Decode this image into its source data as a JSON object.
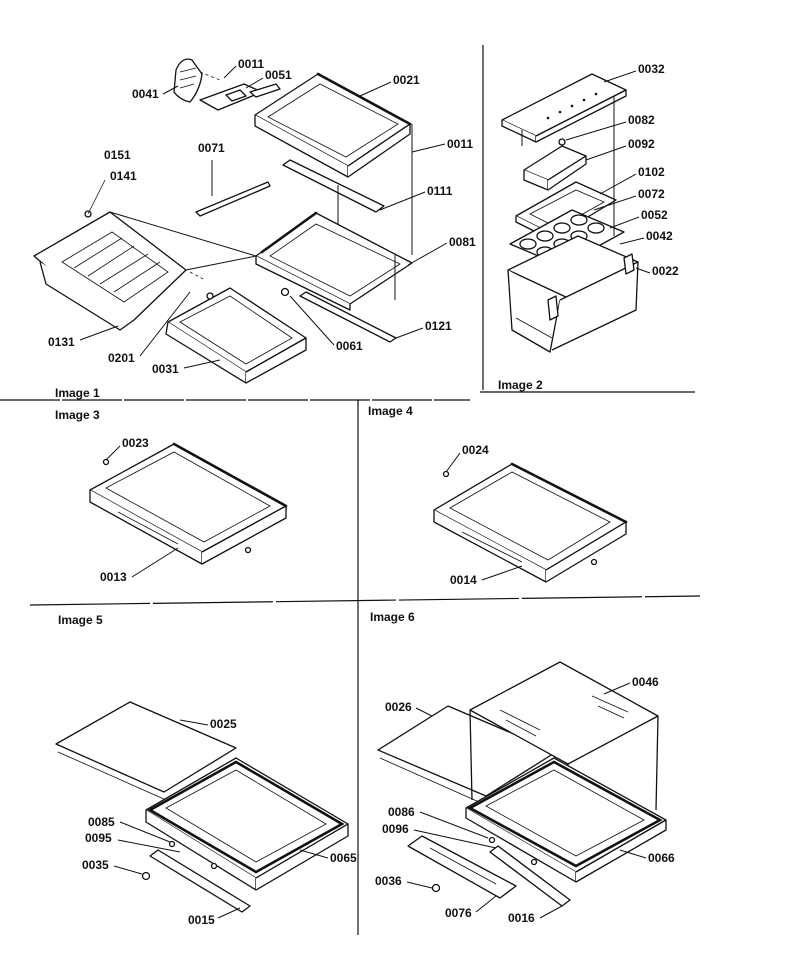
{
  "sections": {
    "image1": "Image 1",
    "image2": "Image 2",
    "image3": "Image 3",
    "image4": "Image 4",
    "image5": "Image 5",
    "image6": "Image 6"
  },
  "callouts": {
    "p0041": "0041",
    "p0011a": "0011",
    "p0051": "0051",
    "p0021": "0021",
    "p0011b": "0011",
    "p0151": "0151",
    "p0141": "0141",
    "p0071": "0071",
    "p0111": "0111",
    "p0081": "0081",
    "p0131": "0131",
    "p0201": "0201",
    "p0031": "0031",
    "p0061": "0061",
    "p0121": "0121",
    "p0032": "0032",
    "p0082": "0082",
    "p0092": "0092",
    "p0102": "0102",
    "p0072": "0072",
    "p0052": "0052",
    "p0042": "0042",
    "p0022": "0022",
    "p0023": "0023",
    "p0013": "0013",
    "p0024": "0024",
    "p0014": "0014",
    "p0025": "0025",
    "p0085": "0085",
    "p0095": "0095",
    "p0035": "0035",
    "p0065": "0065",
    "p0015": "0015",
    "p0026": "0026",
    "p0046": "0046",
    "p0086": "0086",
    "p0096": "0096",
    "p0036": "0036",
    "p0066": "0066",
    "p0076": "0076",
    "p0016": "0016"
  }
}
